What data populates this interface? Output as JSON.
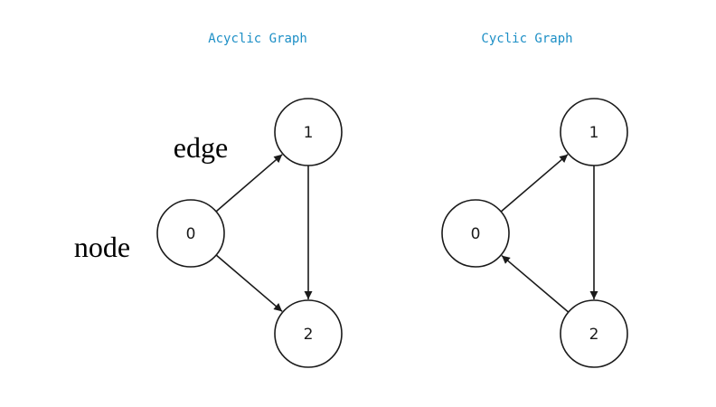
{
  "graphs": [
    {
      "title": "Acyclic Graph",
      "nodes": [
        {
          "id": "0",
          "label": "0"
        },
        {
          "id": "1",
          "label": "1"
        },
        {
          "id": "2",
          "label": "2"
        }
      ],
      "edges": [
        {
          "from": "0",
          "to": "1"
        },
        {
          "from": "0",
          "to": "2"
        },
        {
          "from": "1",
          "to": "2"
        }
      ]
    },
    {
      "title": "Cyclic Graph",
      "nodes": [
        {
          "id": "0",
          "label": "0"
        },
        {
          "id": "1",
          "label": "1"
        },
        {
          "id": "2",
          "label": "2"
        }
      ],
      "edges": [
        {
          "from": "0",
          "to": "1"
        },
        {
          "from": "1",
          "to": "2"
        },
        {
          "from": "2",
          "to": "0"
        }
      ]
    }
  ],
  "annotations": {
    "edge": "edge",
    "node": "node"
  },
  "colors": {
    "title": "#1d8fc6",
    "stroke": "#1a1a1a"
  }
}
